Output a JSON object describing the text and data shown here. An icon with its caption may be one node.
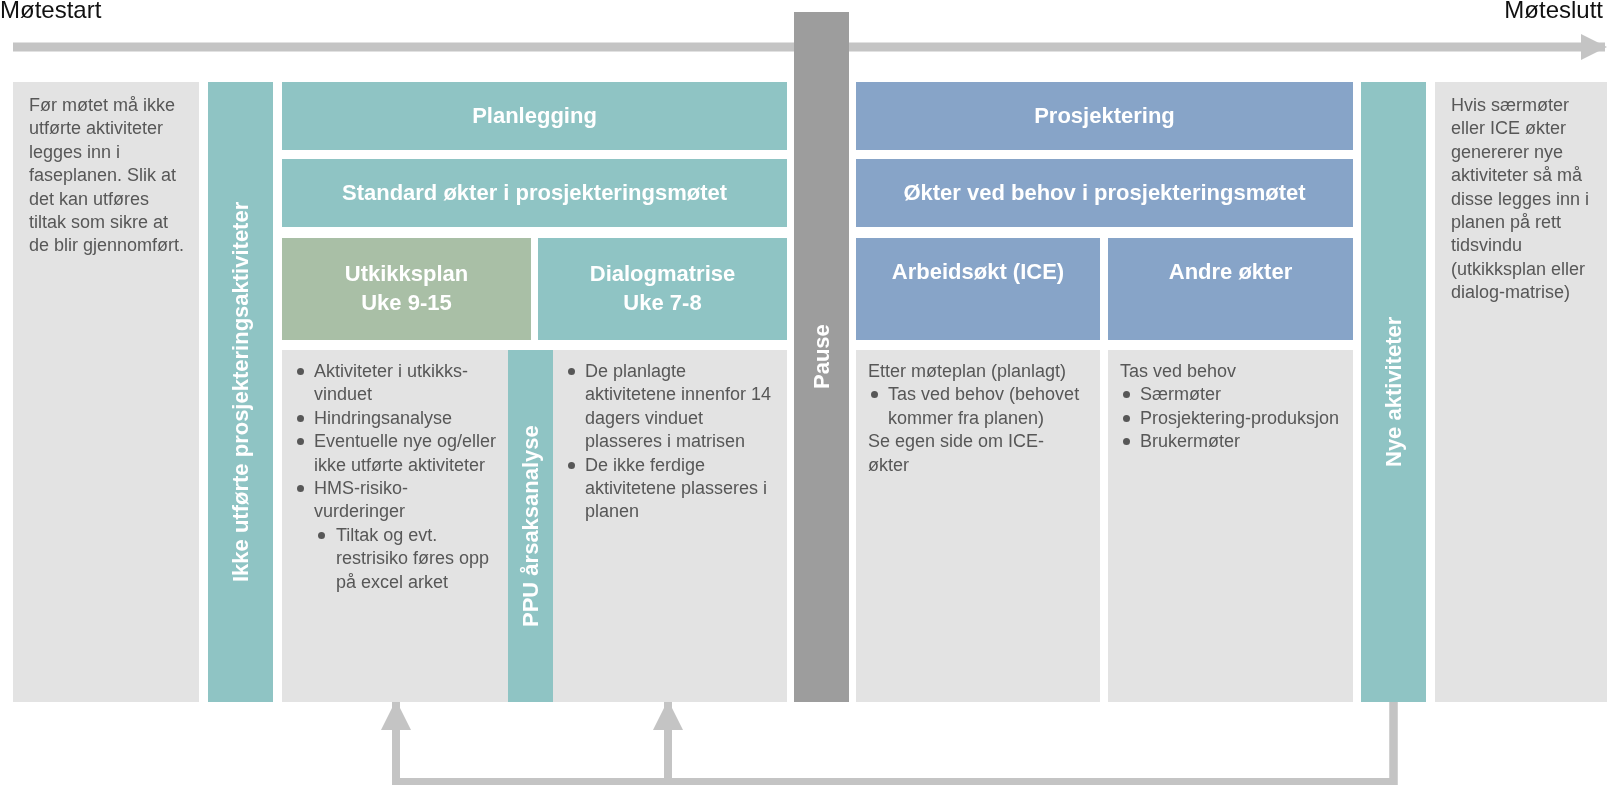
{
  "diagram": {
    "nodes": [
      {
        "text": [
          "Før møtet må ikke utførte aktiviteter legges inn i faseplanen. Slik at det kan utføres tiltak som sikre at de blir gjennomført."
        ]
      },
      {
        "text": [
          "Ikke utførte prosjekteringsaktiviteter"
        ]
      },
      {
        "text": [
          "Planlegging"
        ]
      },
      {
        "text": [
          "Standard økter i prosjekteringsmøtet"
        ]
      },
      {
        "text": [
          "Utkikksplan",
          "Uke 9-15"
        ]
      },
      {
        "text": [
          "Dialogmatrise",
          "Uke 7-8"
        ]
      },
      {
        "text": [
          "Aktiviteter i utkikks-vinduet",
          "Hindringsanalyse",
          "Eventuelle nye og/eller ikke utførte aktiviteter",
          "HMS-risiko-vurderinger",
          "Tiltak og evt. restrisiko føres opp på excel arket"
        ]
      },
      {
        "text": [
          "PPU årsaksanalyse"
        ]
      },
      {
        "text": [
          "De planlagte aktivitetene innenfor 14 dagers vinduet plasseres i matrisen",
          "De ikke ferdige aktivitetene plasseres i planen"
        ]
      },
      {
        "text": [
          "Pause"
        ]
      },
      {
        "text": [
          "Prosjektering"
        ]
      },
      {
        "text": [
          "Økter ved behov i prosjekteringsmøtet"
        ]
      },
      {
        "text": [
          "Arbeidsøkt (ICE)"
        ]
      },
      {
        "text": [
          "Andre økter"
        ]
      },
      {
        "text": [
          "Etter møteplan (planlagt)",
          "Tas ved behov (behovet kommer fra planen)",
          "Se egen side om ICE- økter"
        ]
      },
      {
        "text": [
          "Tas ved behov",
          "Særmøter",
          "Prosjektering-produksjon",
          "Brukermøter"
        ]
      },
      {
        "text": [
          "Nye aktiviteter"
        ]
      },
      {
        "text": [
          "Hvis særmøter eller ICE økter genererer nye aktiviteter så må disse legges inn i planen på rett tidsvindu (utkikksplan eller dialog-matrise)"
        ]
      }
    ],
    "edges": [
      {
        "from": 16,
        "to": 6,
        "arrow": "to"
      },
      {
        "from": 16,
        "to": 8,
        "arrow": "to"
      }
    ],
    "labels": [
      "Møtestart",
      "Møteslutt"
    ]
  }
}
